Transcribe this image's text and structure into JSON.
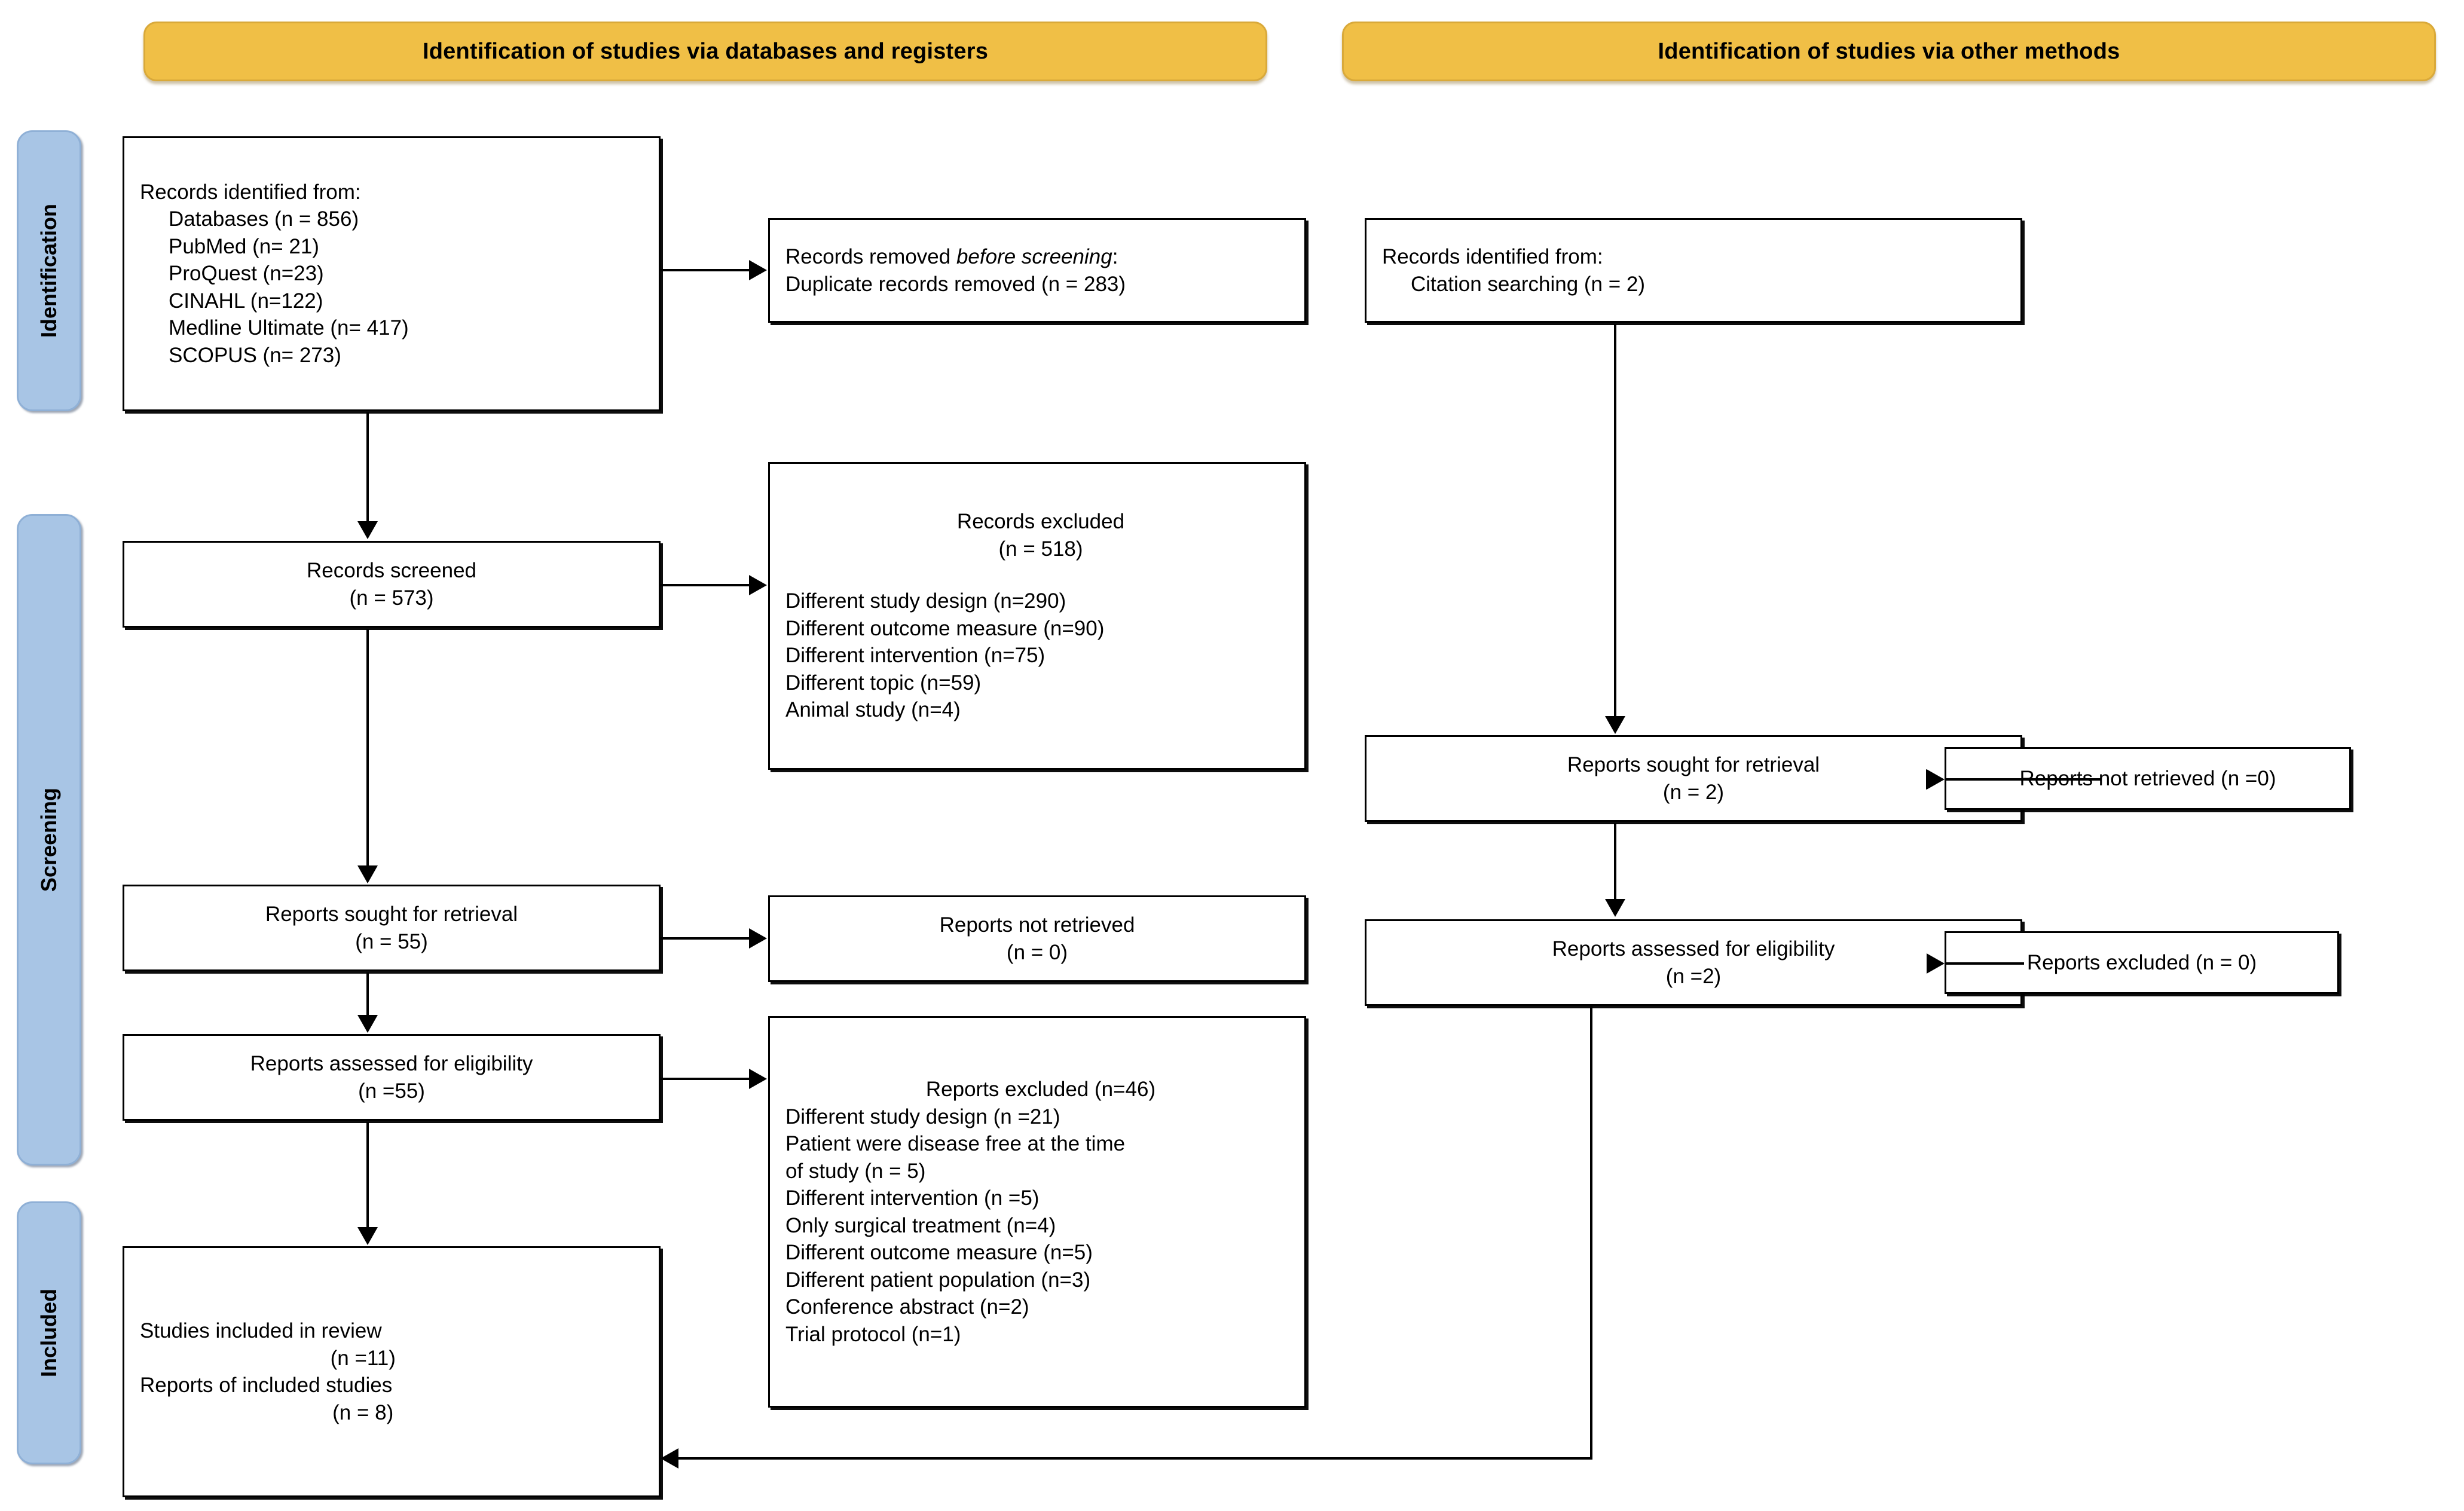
{
  "diagram": {
    "type": "prisma-flow-diagram",
    "banners": [
      {
        "id": "databases-registers",
        "label": "Identification of studies via databases and registers"
      },
      {
        "id": "other-methods",
        "label": "Identification of studies via other methods"
      }
    ],
    "phases": [
      {
        "id": "identification",
        "label": "Identification"
      },
      {
        "id": "screening",
        "label": "Screening"
      },
      {
        "id": "included",
        "label": "Included"
      }
    ],
    "left_column": {
      "records_identified": {
        "title": "Records identified from:",
        "sources": [
          "Databases (n = 856)",
          "PubMed (n= 21)",
          "ProQuest (n=23)",
          "CINAHL (n=122)",
          "Medline Ultimate (n= 417)",
          "SCOPUS (n= 273)"
        ]
      },
      "records_removed": {
        "title_plain": "Records removed ",
        "title_italic": "before screening",
        "title_tail": ":",
        "line2": "Duplicate records removed (n = 283)"
      },
      "records_screened": {
        "label": "Records screened",
        "count": "(n = 573)"
      },
      "records_excluded": {
        "label": "Records excluded",
        "count": "(n = 518)",
        "reasons": [
          "Different study design (n=290)",
          "Different outcome measure (n=90)",
          "Different intervention (n=75)",
          "Different topic (n=59)",
          "Animal study (n=4)"
        ]
      },
      "reports_sought": {
        "label": "Reports sought for retrieval",
        "count": "(n = 55)"
      },
      "reports_not_retrieved": {
        "label": "Reports not retrieved",
        "count": "(n = 0)"
      },
      "reports_assessed": {
        "label": "Reports assessed for eligibility",
        "count": "(n =55)"
      },
      "reports_excluded": {
        "label": "Reports excluded (n=46)",
        "reasons": [
          "Different study design (n =21)",
          "Patient were disease free at the time",
          "of study (n = 5)",
          "Different intervention (n =5)",
          "Only surgical treatment (n=4)",
          "Different outcome measure (n=5)",
          "Different patient population (n=3)",
          "Conference abstract (n=2)",
          "Trial protocol (n=1)"
        ]
      },
      "studies_included": {
        "line1": "Studies included in review",
        "line2": "(n =11)",
        "line3": "Reports of included studies",
        "line4": "(n = 8)"
      }
    },
    "right_column": {
      "records_identified": {
        "title": "Records identified from:",
        "sources": [
          "Citation searching (n = 2)"
        ]
      },
      "reports_sought": {
        "label": "Reports sought for retrieval",
        "count": "(n = 2)"
      },
      "reports_not_retrieved": {
        "label": "Reports not retrieved (n =0)"
      },
      "reports_assessed": {
        "label": "Reports assessed for eligibility",
        "count": "(n =2)"
      },
      "reports_excluded": {
        "label": "Reports excluded (n = 0)"
      }
    },
    "colors": {
      "banner_fill": "#F0BF46",
      "phase_fill": "#A8C5E5",
      "box_border": "#000000",
      "background": "#FFFFFF"
    }
  }
}
